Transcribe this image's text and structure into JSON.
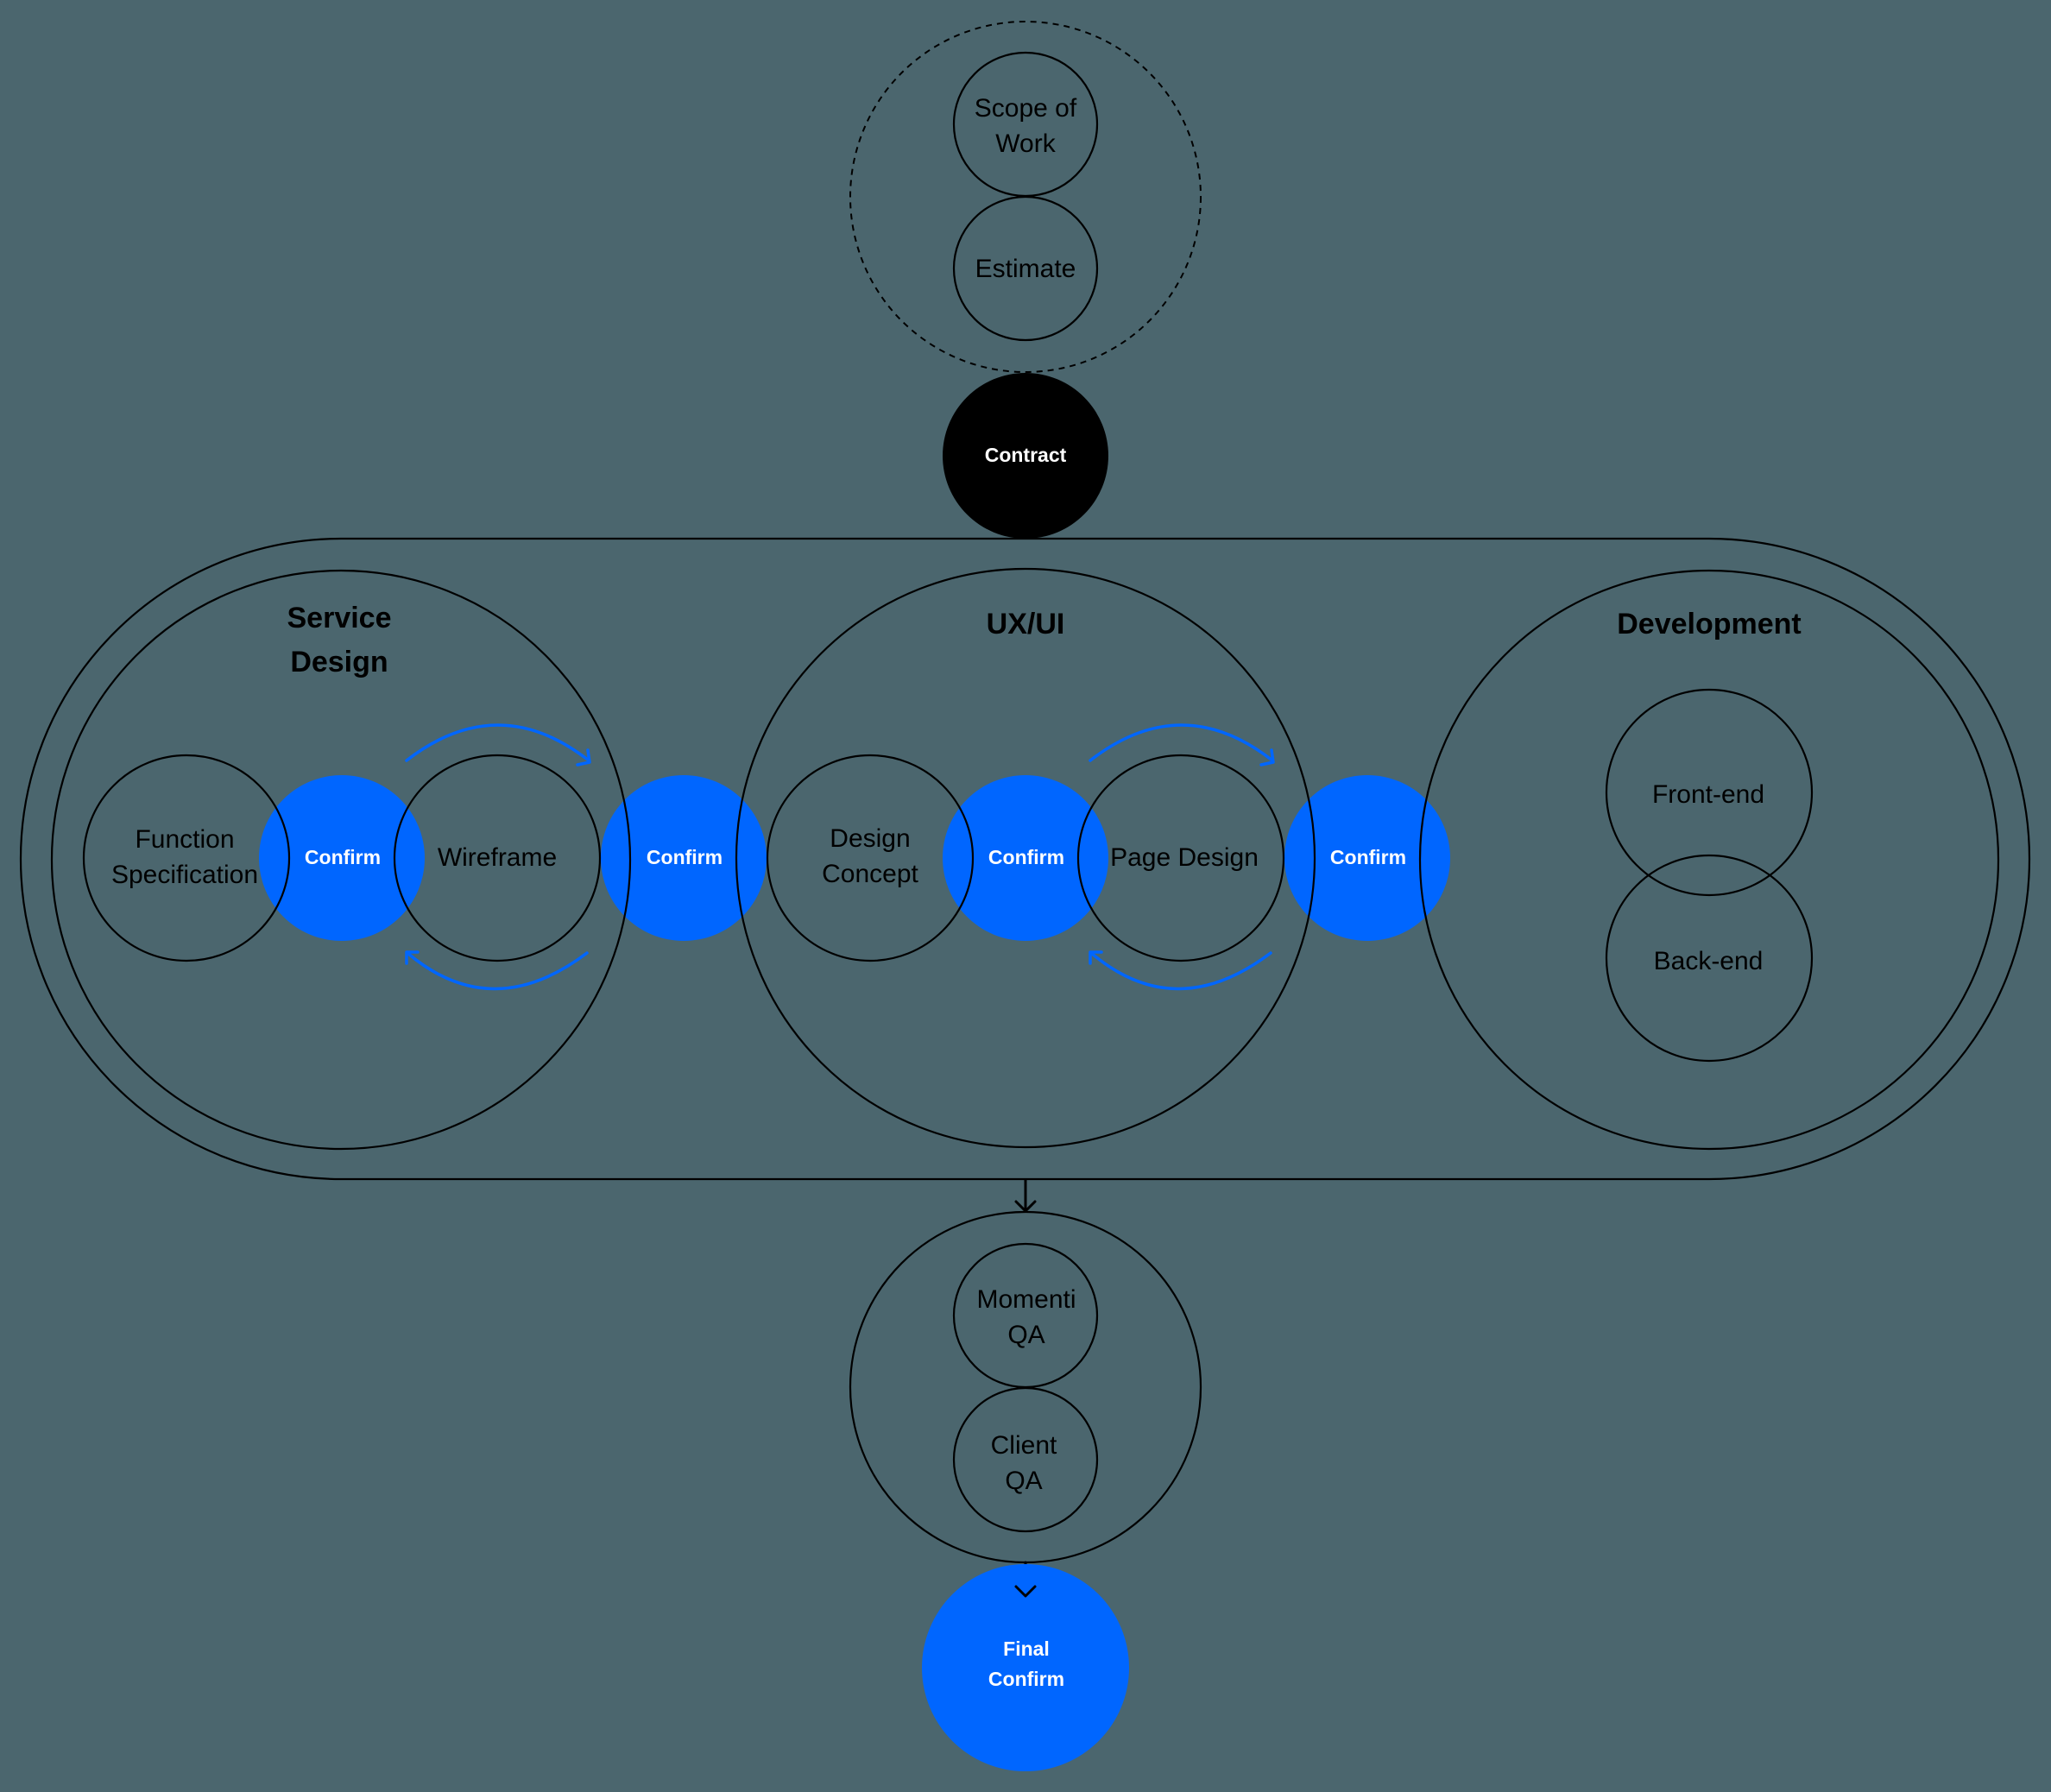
{
  "colors": {
    "background": "#4B666E",
    "accent_blue": "#0066FF",
    "line": "#000000",
    "confirm_text": "#FFFFFF"
  },
  "pre_contract": {
    "group_style": "dashed",
    "items": [
      {
        "label_lines": [
          "Scope of",
          "Work"
        ]
      },
      {
        "label_lines": [
          "Estimate"
        ]
      }
    ]
  },
  "contract": {
    "label": "Contract"
  },
  "phases": [
    {
      "title_lines": [
        "Service",
        "Design"
      ],
      "steps": [
        {
          "label_lines": [
            "Function",
            "Specification"
          ]
        },
        {
          "label": "Confirm",
          "type": "confirm"
        },
        {
          "label": "Wireframe"
        }
      ],
      "iteration_loop": "Wireframe"
    },
    {
      "gate": {
        "label": "Confirm",
        "type": "confirm"
      }
    },
    {
      "title_lines": [
        "UX/UI"
      ],
      "steps": [
        {
          "label_lines": [
            "Design",
            "Concept"
          ]
        },
        {
          "label": "Confirm",
          "type": "confirm"
        },
        {
          "label": "Page Design"
        }
      ],
      "iteration_loop": "Page Design"
    },
    {
      "gate": {
        "label": "Confirm",
        "type": "confirm"
      }
    },
    {
      "title_lines": [
        "Development"
      ],
      "steps": [
        {
          "label": "Front-end"
        },
        {
          "label": "Back-end"
        }
      ]
    }
  ],
  "qa": {
    "items": [
      {
        "label_lines": [
          "Momenti",
          "QA"
        ]
      },
      {
        "label_lines": [
          "Client",
          "QA"
        ]
      }
    ]
  },
  "final": {
    "label_lines": [
      "Final",
      "Confirm"
    ]
  }
}
